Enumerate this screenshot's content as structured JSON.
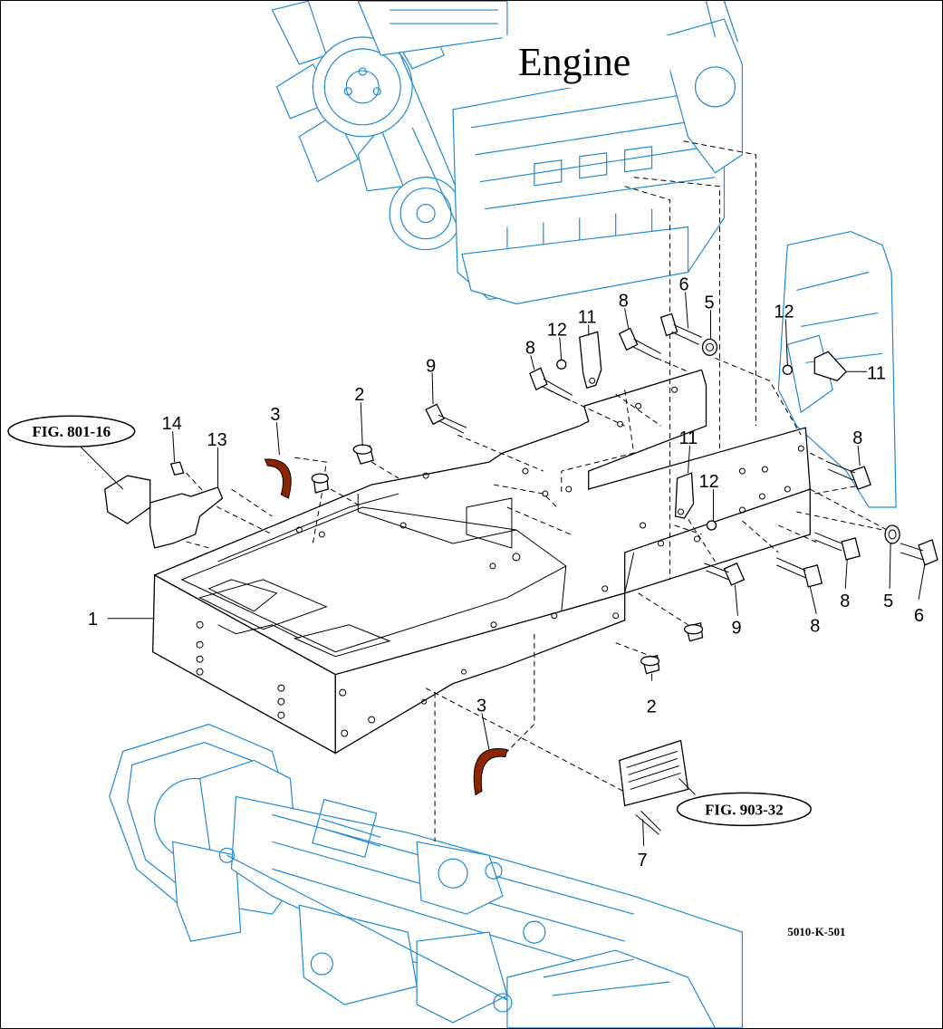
{
  "engine_label": "Engine",
  "figure_refs": {
    "left": "FIG. 801-16",
    "right": "FIG. 903-32"
  },
  "drawing_number": "5010-K-501",
  "callouts": {
    "c1": "1",
    "c2a": "2",
    "c2b": "2",
    "c3a": "3",
    "c3b": "3",
    "c5a": "5",
    "c5b": "5",
    "c6a": "6",
    "c6b": "6",
    "c7": "7",
    "c8a": "8",
    "c8b": "8",
    "c8c": "8",
    "c8d": "8",
    "c8e": "8",
    "c9a": "9",
    "c9b": "9",
    "c11a": "11",
    "c11b": "11",
    "c11c": "11",
    "c12a": "12",
    "c12b": "12",
    "c12c": "12",
    "c13": "13",
    "c14": "14"
  },
  "colors": {
    "assembly_line": "#1f8ad6",
    "part_line": "#000000",
    "clamp_fill": "#8b2500"
  }
}
